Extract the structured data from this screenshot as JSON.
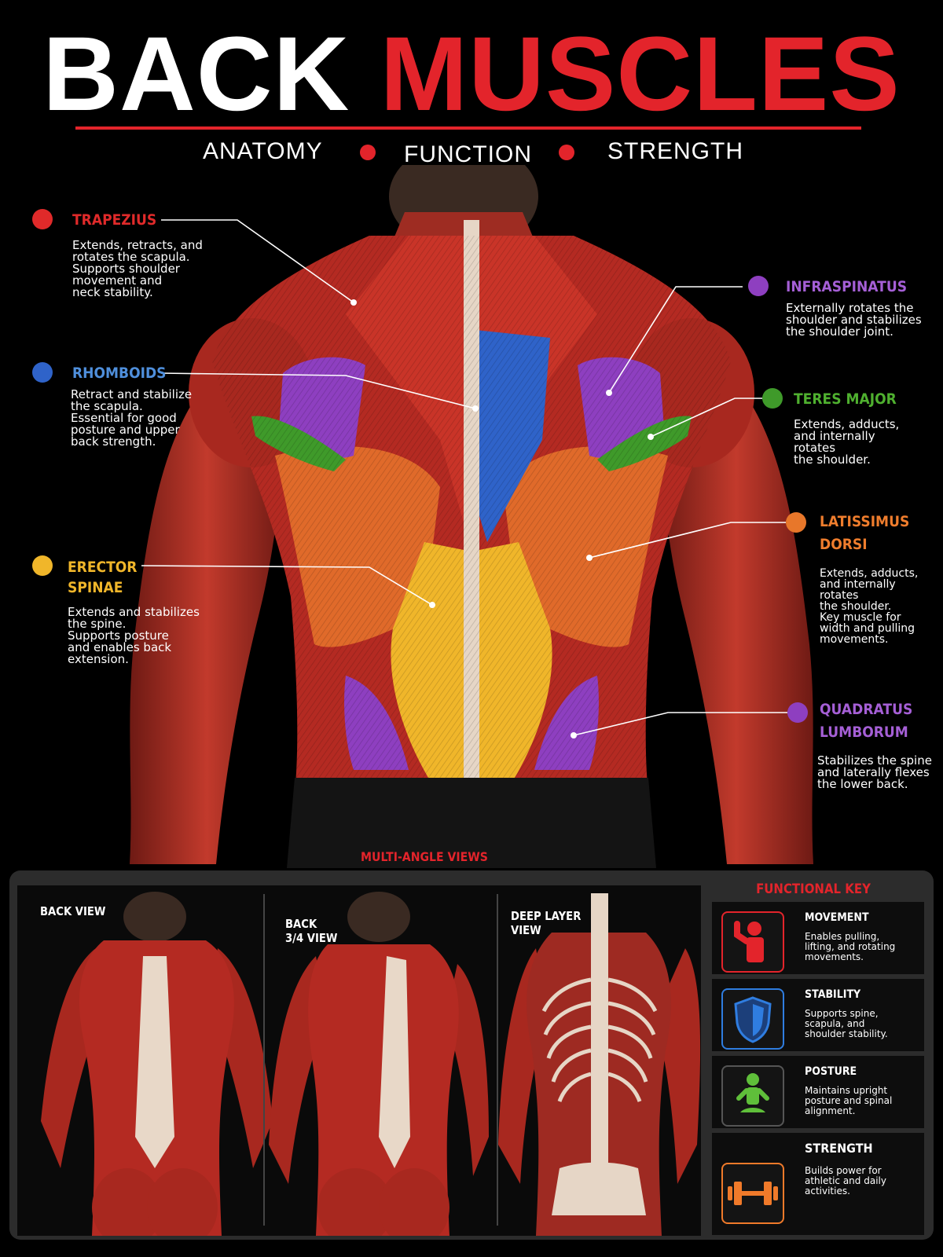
{
  "header": {
    "title_part1": "BACK",
    "title_part2": "MUSCLES",
    "subtitles": [
      "ANATOMY",
      "FUNCTION",
      "STRENGTH"
    ]
  },
  "colors": {
    "accent_red": "#e3242b",
    "trapezius": "#e02a2a",
    "rhomboids": "#2f63c9",
    "erector_spinae": "#f0b62a",
    "infraspinatus": "#8e3fc0",
    "teres_major": "#3f9a2a",
    "latissimus_dorsi": "#e8772a",
    "quadratus_lumborum": "#8e3fc0",
    "muscle_base": "#b42a22"
  },
  "muscles": [
    {
      "key": "trapezius",
      "name": "TRAPEZIUS",
      "desc": "Extends, retracts, and\nrotates the scapula.\nSupports shoulder\nmovement and\nneck stability.",
      "color": "#e02a2a"
    },
    {
      "key": "rhomboids",
      "name": "RHOMBOIDS",
      "desc": "Retract and stabilize\nthe scapula.\nEssential for good\nposture and upper\nback strength.",
      "color": "#4f8fdc"
    },
    {
      "key": "erector",
      "name": "ERECTOR\nSPINAE",
      "desc": "Extends and stabilizes\nthe spine.\nSupports posture\nand enables back\nextension.",
      "color": "#f0b62a"
    },
    {
      "key": "infraspinatus",
      "name": "INFRASPINATUS",
      "desc": "Externally rotates the\nshoulder and stabilizes\nthe shoulder joint.",
      "color": "#a55fd6"
    },
    {
      "key": "teres",
      "name": "TERES MAJOR",
      "desc": "Extends, adducts,\nand internally\nrotates\nthe shoulder.",
      "color": "#4fb02f"
    },
    {
      "key": "lats",
      "name": "LATISSIMUS\nDORSI",
      "desc": "Extends, adducts,\nand internally\nrotates\nthe shoulder.\nKey muscle for\nwidth and pulling\nmovements.",
      "color": "#ef7d2d"
    },
    {
      "key": "ql",
      "name": "QUADRATUS\nLUMBORUM",
      "desc": "Stabilizes the spine\nand laterally flexes\nthe lower back.",
      "color": "#a55fd6"
    }
  ],
  "bottom": {
    "section_title": "MULTI-ANGLE VIEWS",
    "views": [
      {
        "label": "BACK VIEW"
      },
      {
        "label": "BACK\n3/4 VIEW"
      },
      {
        "label": "DEEP LAYER\nVIEW"
      }
    ],
    "key_title": "FUNCTIONAL KEY",
    "key_items": [
      {
        "icon": "flexing-arm-icon",
        "name": "MOVEMENT",
        "desc": "Enables pulling,\nlifting, and rotating\nmovements.",
        "color": "#e3242b"
      },
      {
        "icon": "shield-icon",
        "name": "STABILITY",
        "desc": "Supports spine,\nscapula, and\nshoulder stability.",
        "color": "#2f7de0"
      },
      {
        "icon": "seated-person-icon",
        "name": "POSTURE",
        "desc": "Maintains upright\nposture and spinal\nalignment.",
        "color": "#5fbf3a"
      },
      {
        "icon": "dumbbell-icon",
        "name": "STRENGTH",
        "desc": "Builds power for\nathletic and daily\nactivities.",
        "color": "#f07a2a"
      }
    ]
  }
}
